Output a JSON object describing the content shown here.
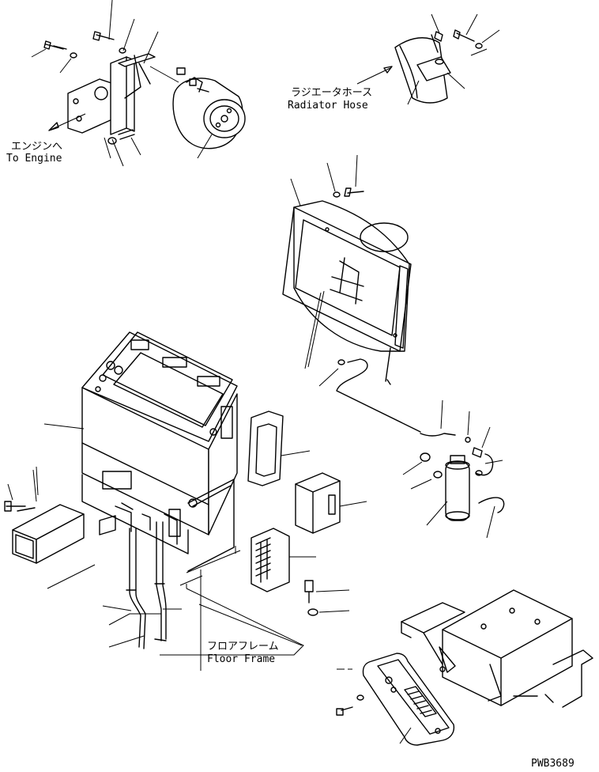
{
  "labels": {
    "to_engine_jp": "エンジンへ",
    "to_engine_en": "To Engine",
    "radiator_hose_jp": "ラジエータホース",
    "radiator_hose_en": "Radiator Hose",
    "floor_frame_jp": "フロアフレーム",
    "floor_frame_en": "Floor Frame",
    "drawing_code": "PWB3689"
  },
  "colors": {
    "line": "#000000",
    "background": "#ffffff"
  }
}
